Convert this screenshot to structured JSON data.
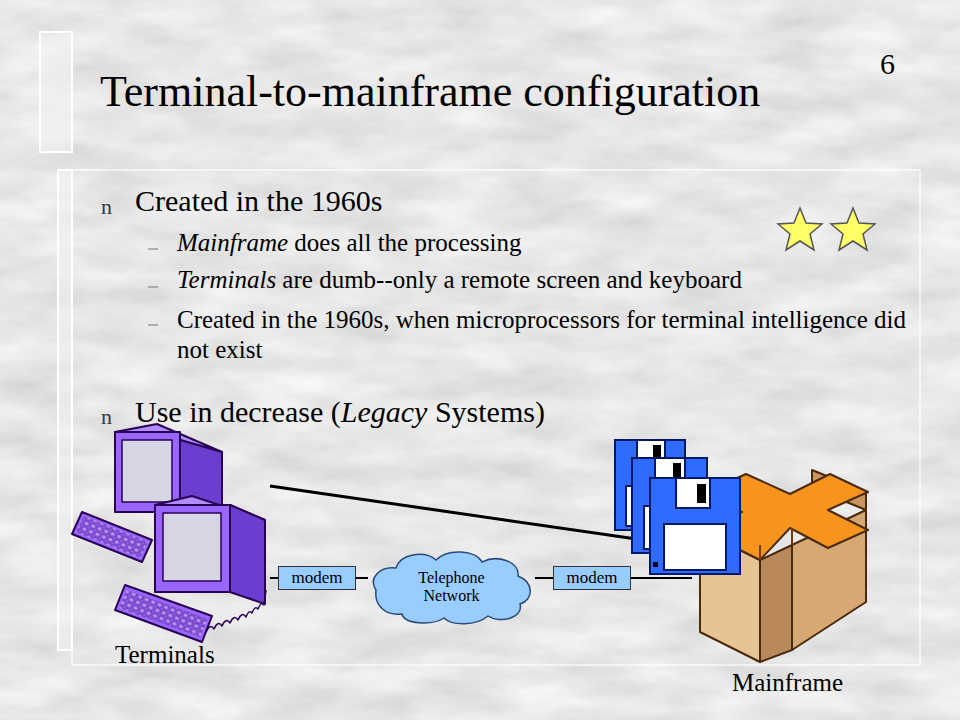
{
  "diagram": {
    "title": "Terminal-to-mainframe configuration",
    "nodes": [
      {
        "text": [
          "Terminals"
        ]
      },
      {
        "text": [
          "modem"
        ]
      },
      {
        "text": [
          "Telephone Network"
        ]
      },
      {
        "text": [
          "modem"
        ]
      },
      {
        "text": [
          "Mainframe"
        ]
      }
    ],
    "edges": [
      {
        "from": 0,
        "to": 1,
        "arrow": "none"
      },
      {
        "from": 1,
        "to": 2,
        "arrow": "none"
      },
      {
        "from": 2,
        "to": 3,
        "arrow": "none"
      },
      {
        "from": 3,
        "to": 4,
        "arrow": "none"
      },
      {
        "from": 0,
        "to": 4,
        "arrow": "none"
      }
    ],
    "labels": [
      "6",
      "n",
      "Created in the 1960s",
      "Mainframe does all the processing",
      "Terminals are dumb--only a remote screen and keyboard",
      "Created in the 1960s, when microprocessors for terminal intelligence did not exist",
      "n",
      "Use in decrease (Legacy Systems)"
    ]
  }
}
